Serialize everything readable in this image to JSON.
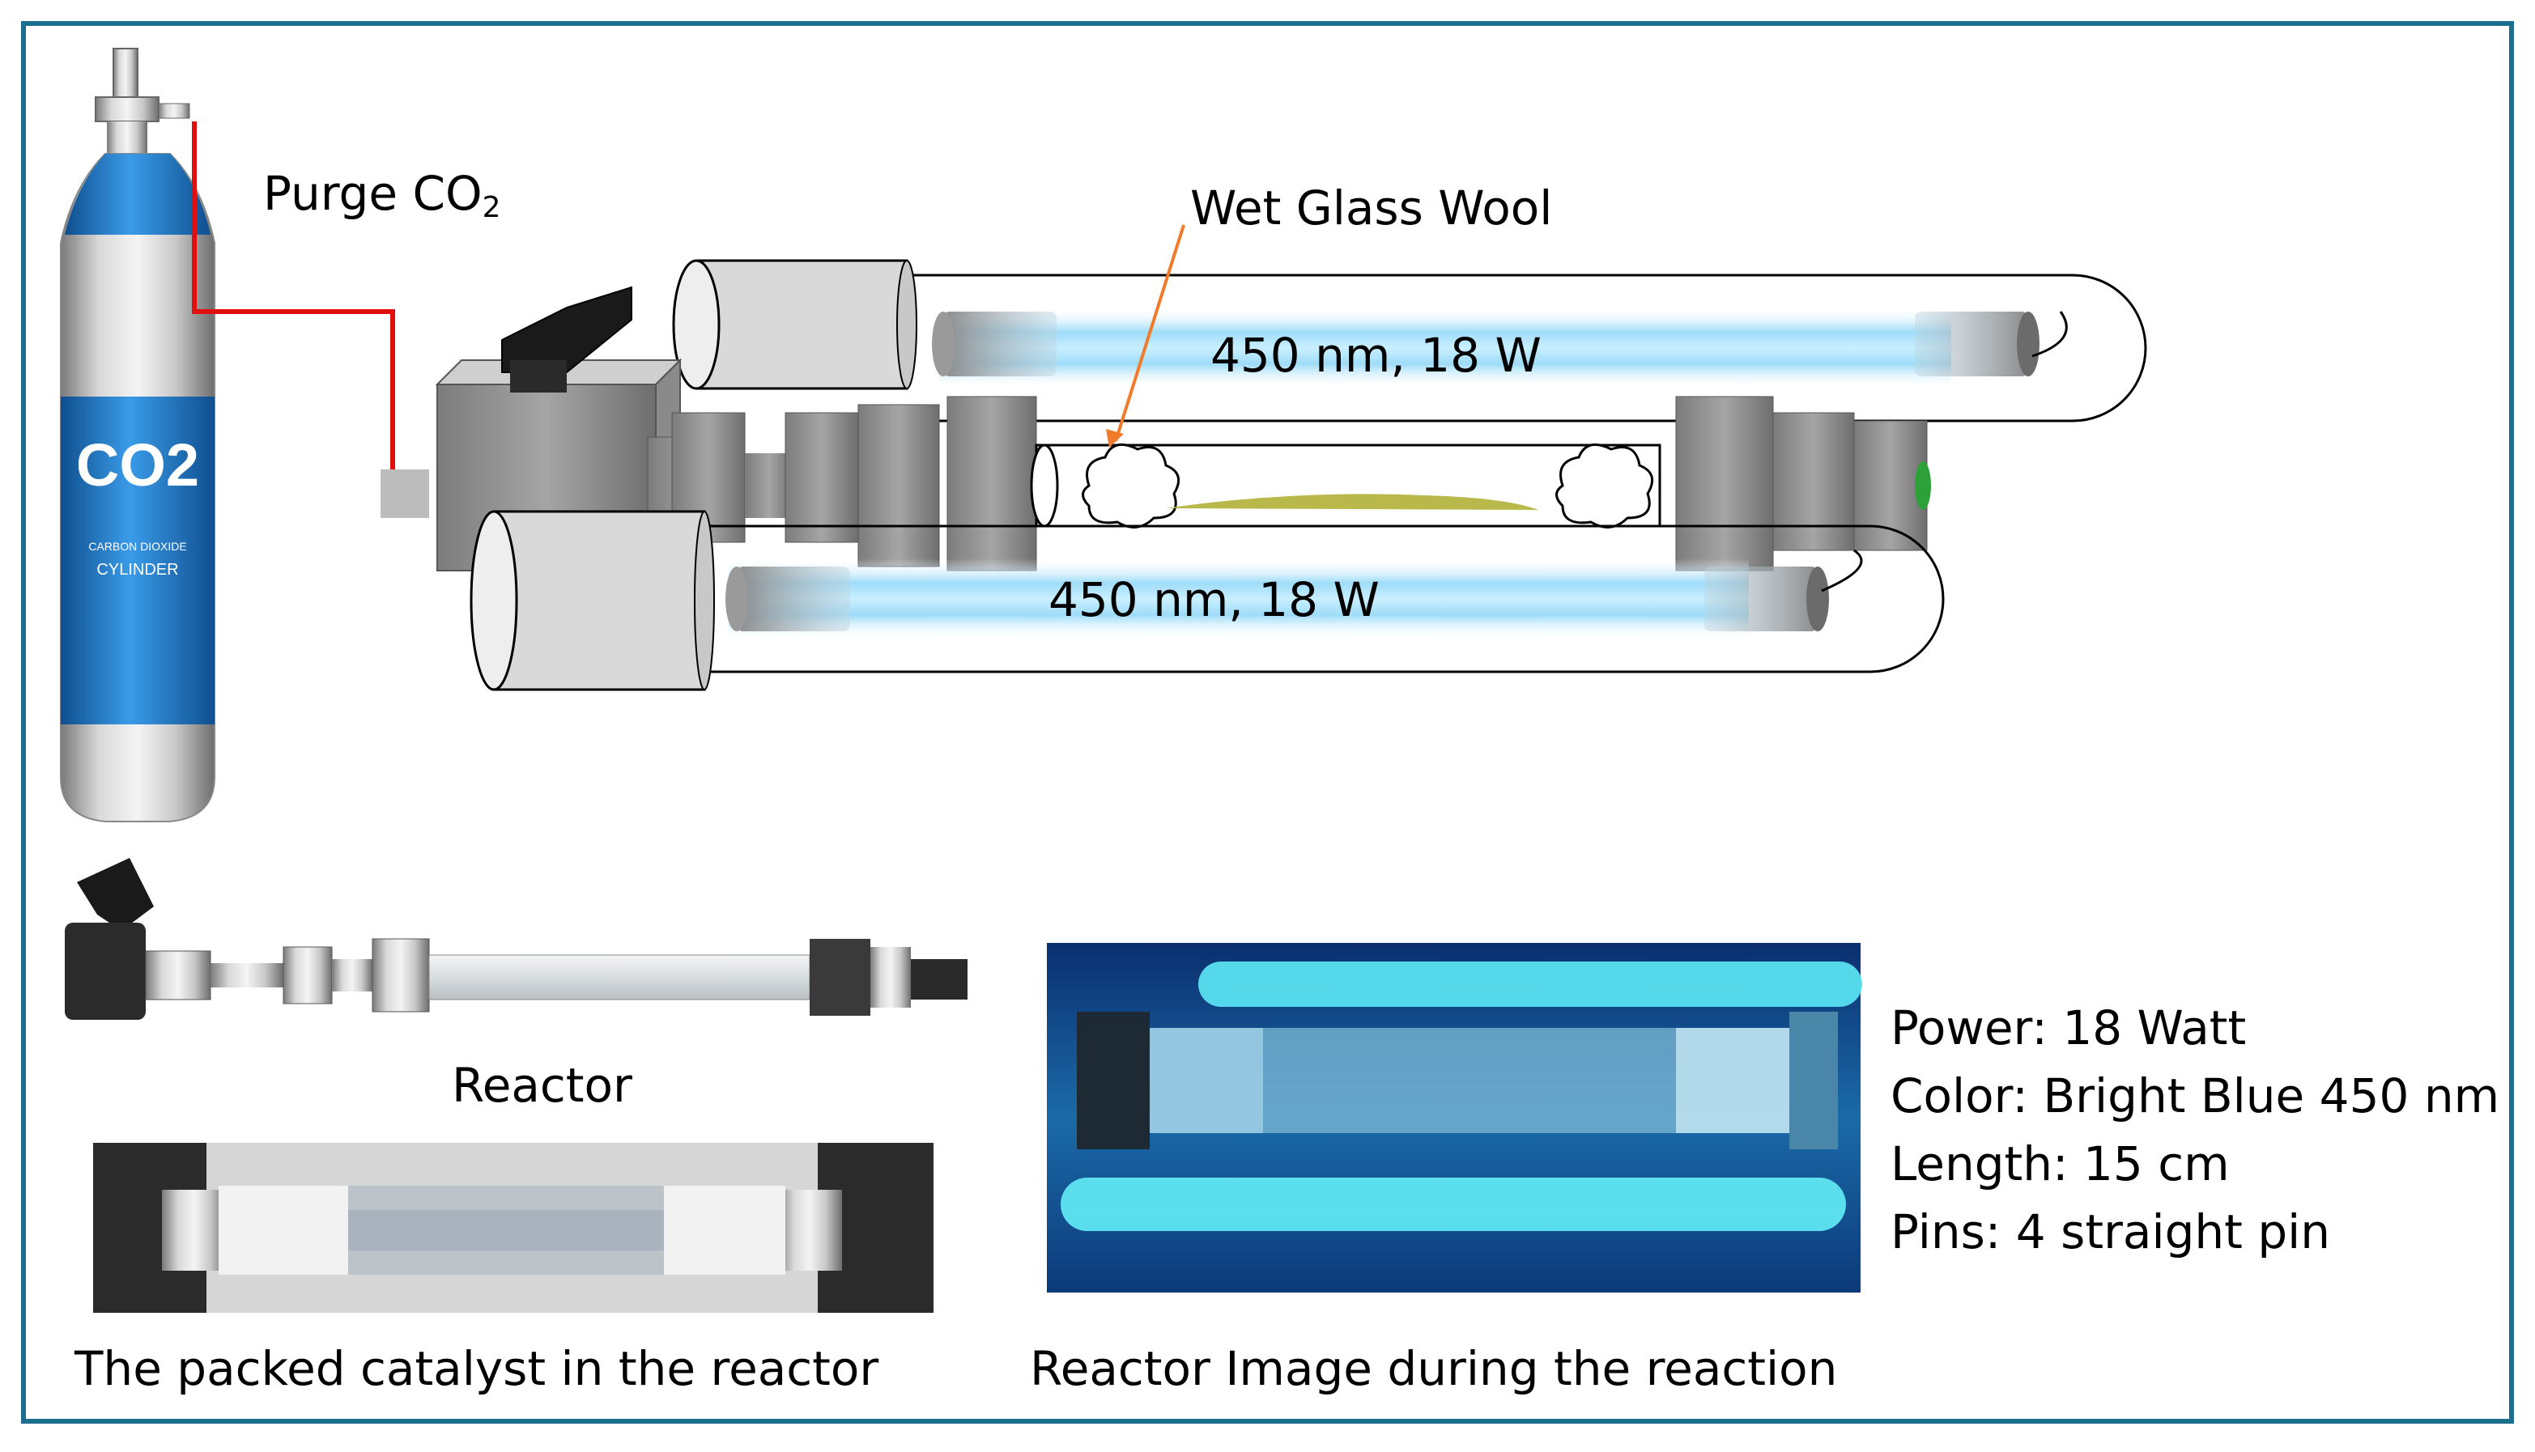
{
  "labels": {
    "purge_prefix": "Purge CO",
    "purge_sub": "2",
    "wet_glass_wool": "Wet Glass Wool",
    "lamp_top": "450 nm, 18 W",
    "lamp_bottom": "450 nm, 18 W",
    "cylinder_text": "CO2",
    "cylinder_small": "CARBON DIOXIDE",
    "cylinder_word": "CYLINDER",
    "reactor": "Reactor",
    "packed_caption": "The packed catalyst in the reactor",
    "reaction_caption": "Reactor Image during the reaction"
  },
  "specs": [
    "Power: 18 Watt",
    "Color: Bright Blue 450 nm",
    "Length: 15 cm",
    "Pins: 4 straight pin"
  ],
  "colors": {
    "frame": "#1d6f8f",
    "purge_line": "#e01010",
    "arrow": "#f07b2a",
    "lamp_glow": "#7fd0f5",
    "cylinder_blue": "#1f78c8",
    "catalyst": "#b9b84a"
  }
}
